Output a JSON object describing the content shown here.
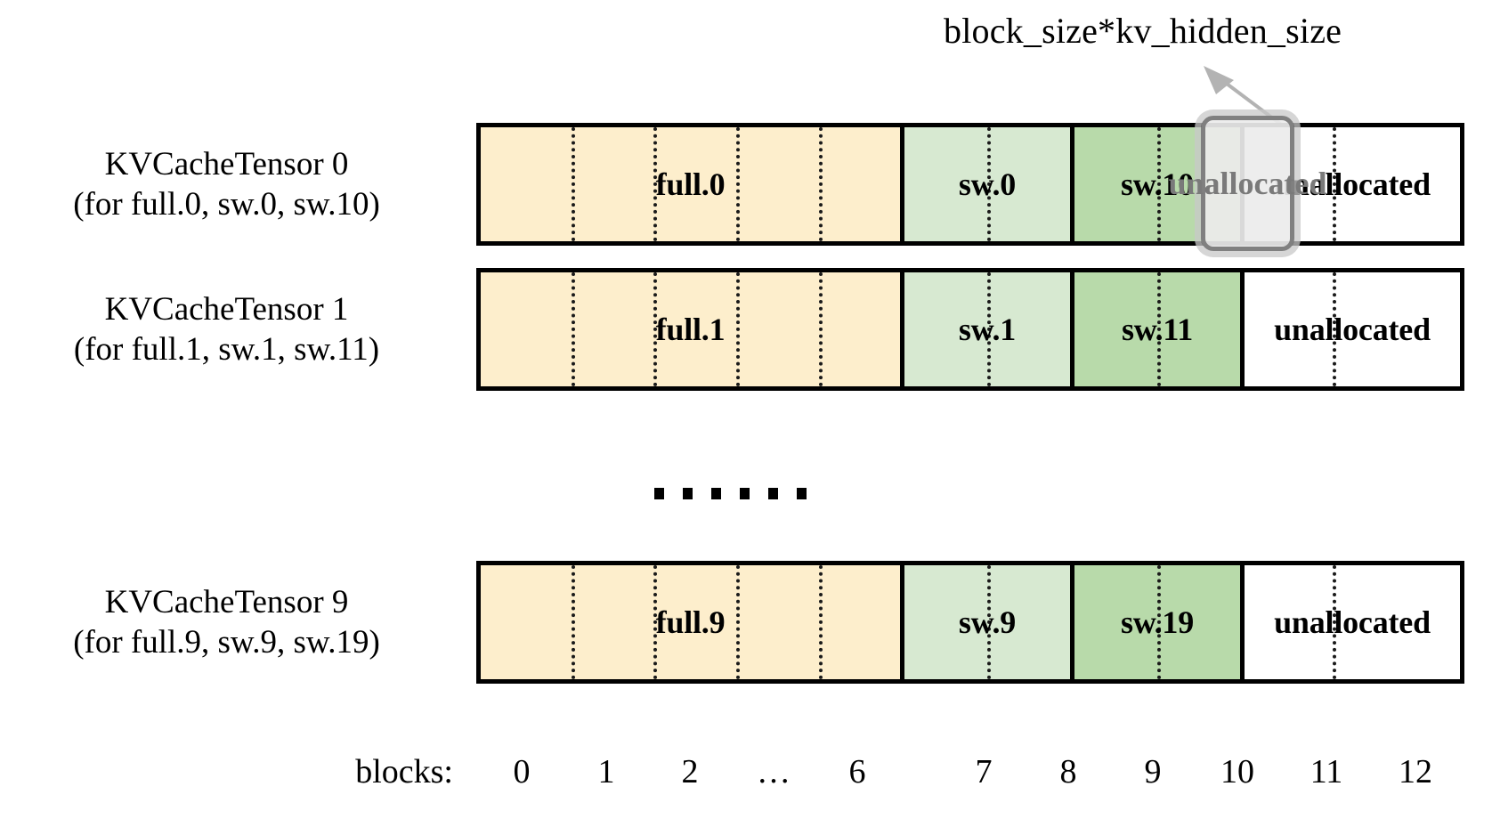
{
  "annotation": {
    "label": "block_size*kv_hidden_size",
    "arrow_icon": "arrow-up-left-icon",
    "arrow_color": "#b3b3b3"
  },
  "colors": {
    "full_fill": "#fdeecc",
    "sw_light_fill": "#d7e9d1",
    "sw_dark_fill": "#b8daaa",
    "unallocated_fill": "#ffffff",
    "border": "#000000",
    "divider": "#1a1a1a",
    "highlight_border": "#808080",
    "highlight_fill": "#ebebeb",
    "highlight_text": "#7a7a7a"
  },
  "rows": [
    {
      "label_line1": "KVCacheTensor 0",
      "label_line2": "(for full.0, sw.0, sw.10)",
      "segments": [
        {
          "name": "full",
          "text": "full.0",
          "dividers": 4
        },
        {
          "name": "sw-light",
          "text": "sw.0",
          "dividers": 1
        },
        {
          "name": "sw-dark",
          "text": "sw.10",
          "dividers": 1
        },
        {
          "name": "unallocated",
          "text": "unallocated",
          "dividers": 1
        }
      ],
      "highlight": {
        "text": "unallocated",
        "block": "11"
      }
    },
    {
      "label_line1": "KVCacheTensor 1",
      "label_line2": "(for full.1, sw.1, sw.11)",
      "segments": [
        {
          "name": "full",
          "text": "full.1",
          "dividers": 4
        },
        {
          "name": "sw-light",
          "text": "sw.1",
          "dividers": 1
        },
        {
          "name": "sw-dark",
          "text": "sw.11",
          "dividers": 1
        },
        {
          "name": "unallocated",
          "text": "unallocated",
          "dividers": 1
        }
      ]
    },
    {
      "label_line1": "KVCacheTensor 9",
      "label_line2": "(for full.9, sw.9, sw.19)",
      "segments": [
        {
          "name": "full",
          "text": "full.9",
          "dividers": 4
        },
        {
          "name": "sw-light",
          "text": "sw.9",
          "dividers": 1
        },
        {
          "name": "sw-dark",
          "text": "sw.19",
          "dividers": 1
        },
        {
          "name": "unallocated",
          "text": "unallocated",
          "dividers": 1
        }
      ]
    }
  ],
  "ellipsis": {
    "dots": 6
  },
  "axis": {
    "title": "blocks:",
    "ticks": [
      "0",
      "1",
      "2",
      "…",
      "6",
      "7",
      "8",
      "9",
      "10",
      "11",
      "12"
    ]
  }
}
